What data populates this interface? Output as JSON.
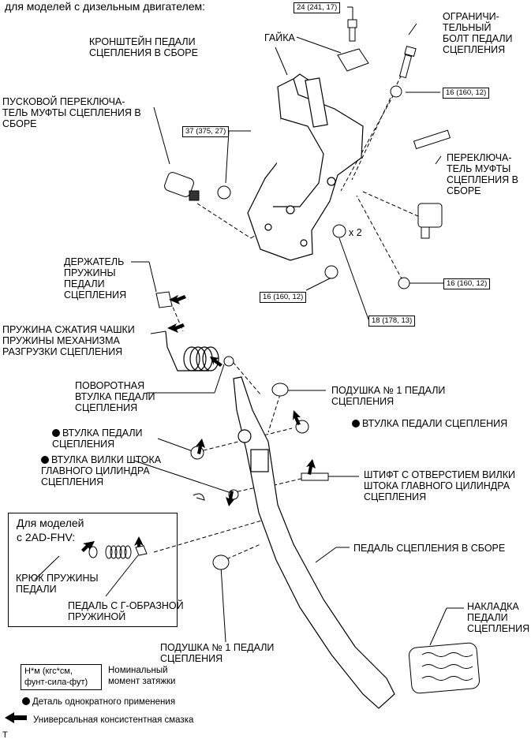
{
  "header": {
    "text": "для моделей с дизельным двигателем:"
  },
  "labels": {
    "bracket": "КРОНШТЕЙН ПЕДАЛИ\nСЦЕПЛЕНИЯ В СБОРЕ",
    "nut": "ГАЙКА",
    "stop_bolt": "ОГРАНИЧИ-\nТЕЛЬНЫЙ\nБОЛТ ПЕДАЛИ\nСЦЕПЛЕНИЯ",
    "start_switch": "ПУСКОВОЙ ПЕРЕКЛЮЧА-\nТЕЛЬ МУФТЫ СЦЕПЛЕНИЯ В\nСБОРЕ",
    "clutch_switch": "ПЕРЕКЛЮЧА-\nТЕЛЬ МУФТЫ\nСЦЕПЛЕНИЯ В\nСБОРЕ",
    "times_two": "x 2",
    "spring_holder": "ДЕРЖАТЕЛЬ\nПРУЖИНЫ\nПЕДАЛИ\nСЦЕПЛЕНИЯ",
    "turnover_spring": "ПРУЖИНА СЖАТИЯ ЧАШКИ\nПРУЖИНЫ МЕХАНИЗМА\nРАЗГРУЗКИ СЦЕПЛЕНИЯ",
    "turnover_bushing": "ПОВОРОТНАЯ\nВТУЛКА ПЕДАЛИ\nСЦЕПЛЕНИЯ",
    "cushion_top": "ПОДУШКА № 1 ПЕДАЛИ\nСЦЕПЛЕНИЯ",
    "bushing_left": "ВТУЛКА ПЕДАЛИ\nСЦЕПЛЕНИЯ",
    "bushing_right": "ВТУЛКА ПЕДАЛИ СЦЕПЛЕНИЯ",
    "clevis_bushing": "ВТУЛКА ВИЛКИ ШТОКА\nГЛАВНОГО ЦИЛИНДРА\nСЦЕПЛЕНИЯ",
    "clevis_pin": "ШТИФТ С ОТВЕРСТИЕМ ВИЛКИ\nШТОКА ГЛАВНОГО ЦИЛИНДРА\nСЦЕПЛЕНИЯ",
    "inset_title": "Для моделей\nс 2AD-FHV:",
    "spring_hook": "КРЮК ПРУЖИНЫ\nПЕДАЛИ",
    "l_spring_pedal": "ПЕДАЛЬ С Г-ОБРАЗНОЙ\nПРУЖИНОЙ",
    "pedal_assy": "ПЕДАЛЬ СЦЕПЛЕНИЯ В СБОРЕ",
    "pedal_pad": "НАКЛАДКА\nПЕДАЛИ\nСЦЕПЛЕНИЯ",
    "cushion_bottom": "ПОДУШКА № 1 ПЕДАЛИ\nСЦЕПЛЕНИЯ"
  },
  "torques": {
    "t_24": "24 (241, 17)",
    "t_16_top": "16 (160, 12)",
    "t_37": "37 (375, 27)",
    "t_16_right": "16 (160, 12)",
    "t_16_left": "16 (160, 12)",
    "t_18": "18 (178, 13)"
  },
  "legend": {
    "torque_box": "Н*м (кгс*см,\nфунт-сила-фут)",
    "torque_text": "Номинальный\nмомент затяжки",
    "non_reusable": "Деталь однократного применения",
    "grease": "Универсальная консистентная смазка"
  },
  "footer": {
    "code": "T"
  }
}
